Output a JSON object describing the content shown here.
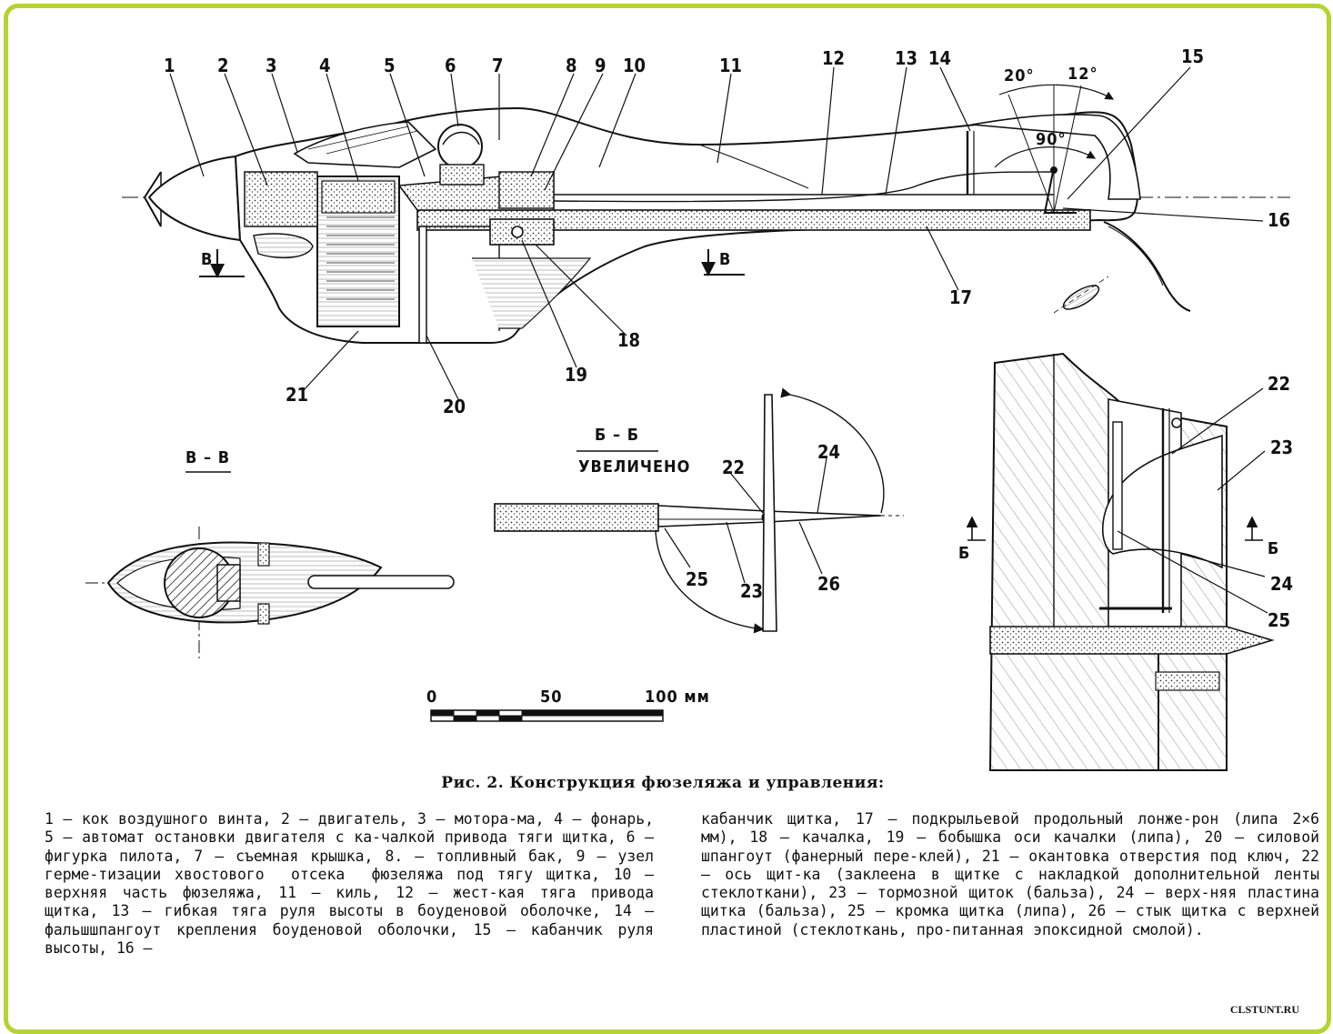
{
  "callouts": [
    "1",
    "2",
    "3",
    "4",
    "5",
    "6",
    "7",
    "8",
    "9",
    "10",
    "11",
    "12",
    "13",
    "14",
    "15",
    "16",
    "17",
    "18",
    "19",
    "20",
    "21",
    "22",
    "23",
    "24",
    "25",
    "26"
  ],
  "angles": {
    "a20": "20°",
    "a12": "12°",
    "a90": "90°"
  },
  "sections": {
    "vv_mark": "В",
    "vv_title": "В – В",
    "bb_title": "Б – Б",
    "bb_subtitle": "УВЕЛИЧЕНО",
    "b_mark": "Б"
  },
  "scale": {
    "l0": "0",
    "l50": "50",
    "l100": "100 мм"
  },
  "caption": {
    "title": "Рис. 2. Конструкция фюзеляжа и управления:",
    "left": "1 — кок воздушного винта, 2 — двигатель, 3 — мотора-ма, 4 — фонарь, 5 — автомат остановки двигателя с ка-чалкой привода тяги щитка, 6 — фигурка пилота, 7 — съемная крышка, 8. — топливный бак, 9 — узел герме-тизации хвостового  отсека  фюзеляжа под тягу щитка, 10 — верхняя часть фюзеляжа, 11 — киль, 12 — жест-кая тяга привода щитка, 13 — гибкая тяга руля высоты в боуденовой оболочке, 14 — фальшшпангоут крепления боуденовой оболочки, 15 — кабанчик руля высоты, 16 —",
    "right": "кабанчик щитка, 17 — подкрыльевой продольный лонже-рон (липа 2×6 мм), 18 — качалка, 19 — бобышка оси качалки (липа), 20 — силовой шпангоут (фанерный пере-клей), 21 — окантовка отверстия под ключ, 22 — ось щит-ка (заклеена в щитке с накладкой дополнительной ленты стеклоткани), 23 — тормозной щиток (бальза), 24 — верх-няя пластина щитка (бальза), 25 — кромка щитка (липа), 26 — стык щитка с верхней пластиной (стеклоткань, про-питанная эпоксидной смолой)."
  },
  "watermark": "CLSTUNT.RU"
}
